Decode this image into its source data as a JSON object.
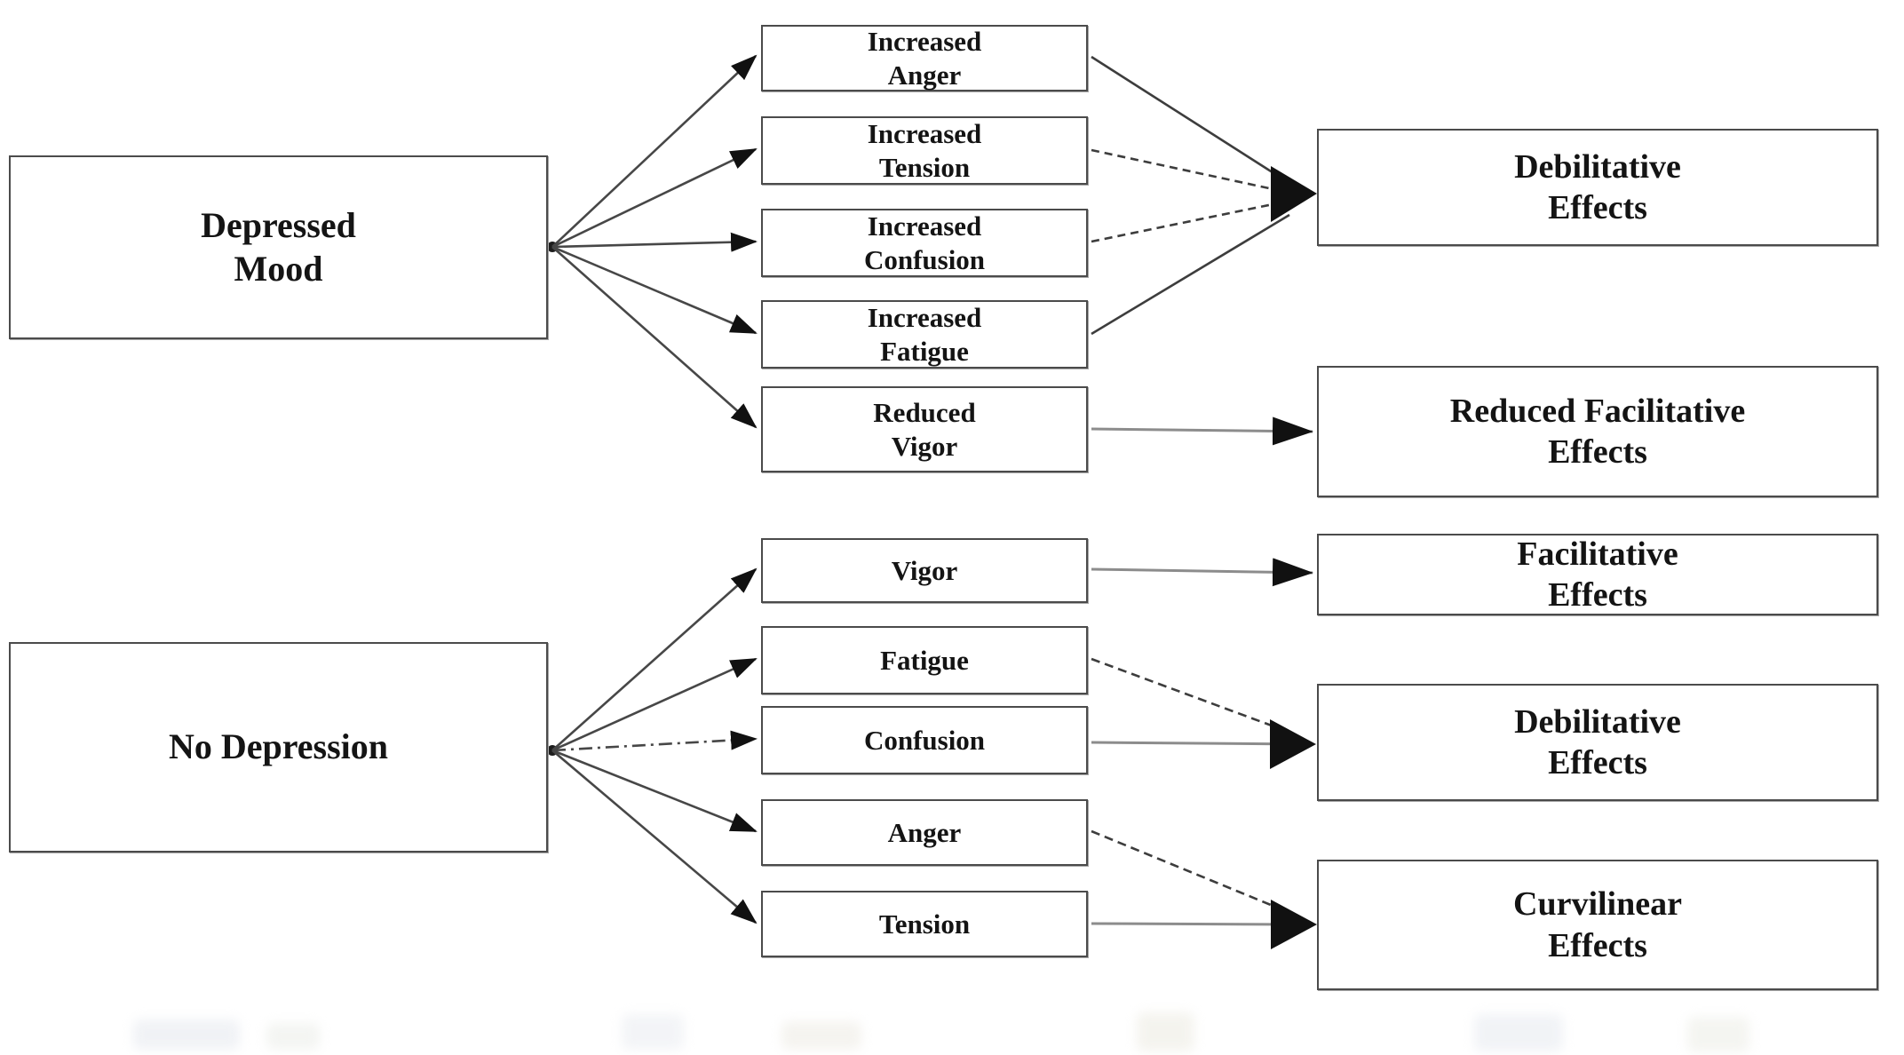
{
  "diagram": {
    "left": {
      "depressed_mood": "Depressed\nMood",
      "no_depression": "No Depression"
    },
    "middle_top": {
      "increased_anger": "Increased\nAnger",
      "increased_tension": "Increased\nTension",
      "increased_confusion": "Increased\nConfusion",
      "increased_fatigue": "Increased\nFatigue",
      "reduced_vigor": "Reduced\nVigor"
    },
    "middle_bottom": {
      "vigor": "Vigor",
      "fatigue": "Fatigue",
      "confusion": "Confusion",
      "anger": "Anger",
      "tension": "Tension"
    },
    "right": {
      "debilitative_top": "Debilitative\nEffects",
      "reduced_facilitative": "Reduced Facilitative\nEffects",
      "facilitative": "Facilitative\nEffects",
      "debilitative_bottom": "Debilitative\nEffects",
      "curvilinear": "Curvilinear\nEffects"
    },
    "colors": {
      "bg": "#ffffff",
      "text": "#141414",
      "border": "#4b4b4b",
      "line": "#3d3d3d",
      "line_gray": "#8c8c8c",
      "arrow_fill": "#111111"
    }
  }
}
